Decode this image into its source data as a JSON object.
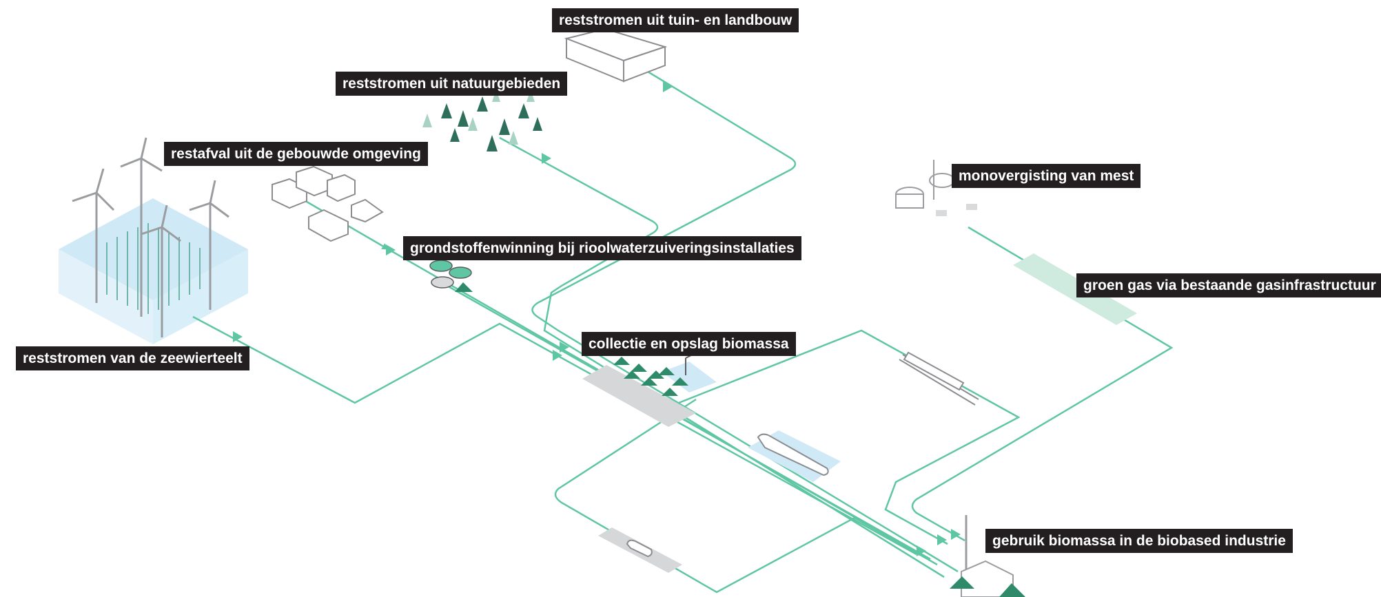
{
  "colors": {
    "flow": "#5fc6a4",
    "water": "#cde8f6",
    "label_bg": "#231f20",
    "label_text": "#ffffff",
    "biomass": "#2e8a69",
    "structure_outline": "#a8aaad"
  },
  "labels": {
    "tuin_landbouw": "reststromen uit tuin- en landbouw",
    "natuurgebieden": "reststromen uit natuurgebieden",
    "gebouwde_omgeving": "restafval uit de gebouwde omgeving",
    "rioolwater": "grondstoffenwinning bij rioolwaterzuiveringsinstallaties",
    "zeewierteelt": "reststromen van de zeewierteelt",
    "collectie_opslag": "collectie en opslag biomassa",
    "monovergisting": "monovergisting van mest",
    "groen_gas": "groen gas via bestaande gasinfrastructuur",
    "biobased_industrie": "gebruik biomassa in de biobased industrie"
  },
  "icons": [
    "wind-turbine-icon",
    "seaweed-farm-icon",
    "forest-icon",
    "greenhouse-icon",
    "buildings-icon",
    "treatment-plant-icon",
    "biomass-pile-icon",
    "crane-icon",
    "ship-icon",
    "truck-icon",
    "train-icon",
    "digester-icon",
    "cow-icon",
    "gas-pipeline-icon",
    "factory-icon"
  ]
}
